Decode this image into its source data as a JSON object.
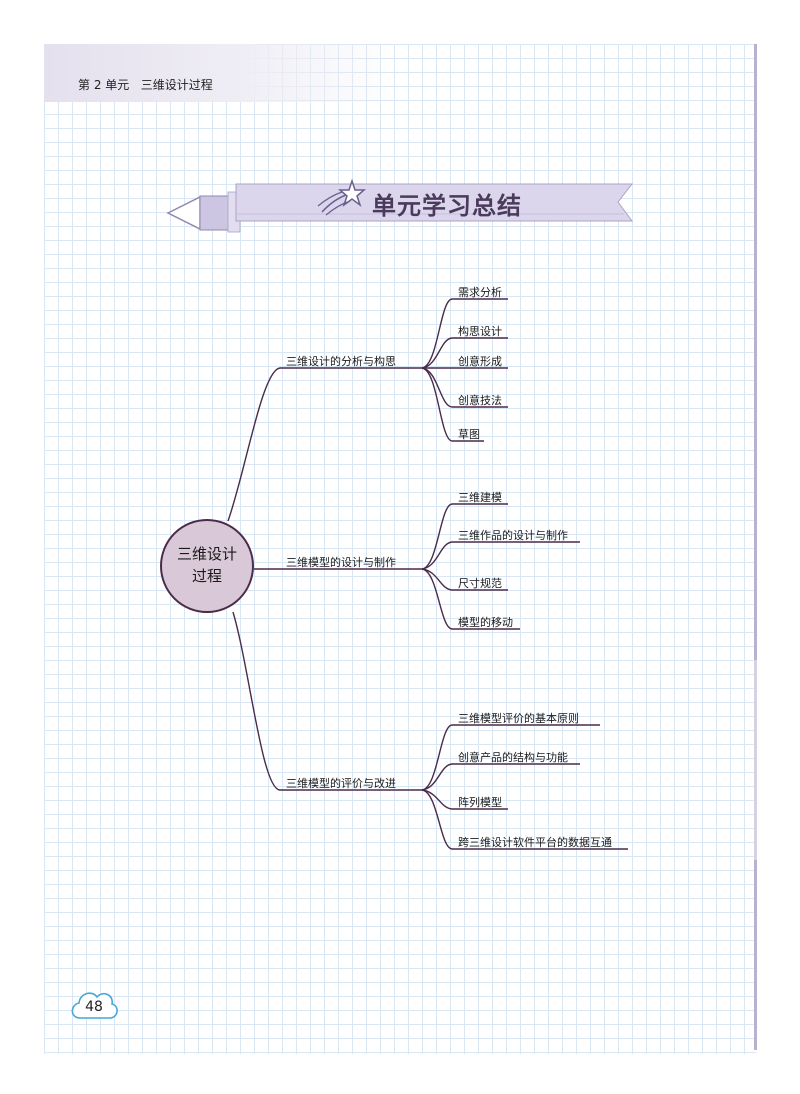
{
  "header": {
    "unit": "第 2 单元",
    "title": "三维设计过程"
  },
  "section_title": "单元学习总结",
  "mindmap": {
    "center": {
      "line1": "三维设计",
      "line2": "过程"
    },
    "branches": [
      {
        "label": "三维设计的分析与构思",
        "children": [
          "需求分析",
          "构思设计",
          "创意形成",
          "创意技法",
          "草图"
        ]
      },
      {
        "label": "三维模型的设计与制作",
        "children": [
          "三维建模",
          "三维作品的设计与制作",
          "尺寸规范",
          "模型的移动"
        ]
      },
      {
        "label": "三维模型的评价与改进",
        "children": [
          "三维模型评价的基本原则",
          "创意产品的结构与功能",
          "阵列模型",
          "跨三维设计软件平台的数据互通"
        ]
      }
    ]
  },
  "page_number": "48",
  "colors": {
    "line": "#4a2c4a",
    "center_fill": "#d9c8d8",
    "banner": "#dcd6ec",
    "grid": "#d9e6f3"
  },
  "icons": [
    "star-icon",
    "cloud-icon"
  ]
}
